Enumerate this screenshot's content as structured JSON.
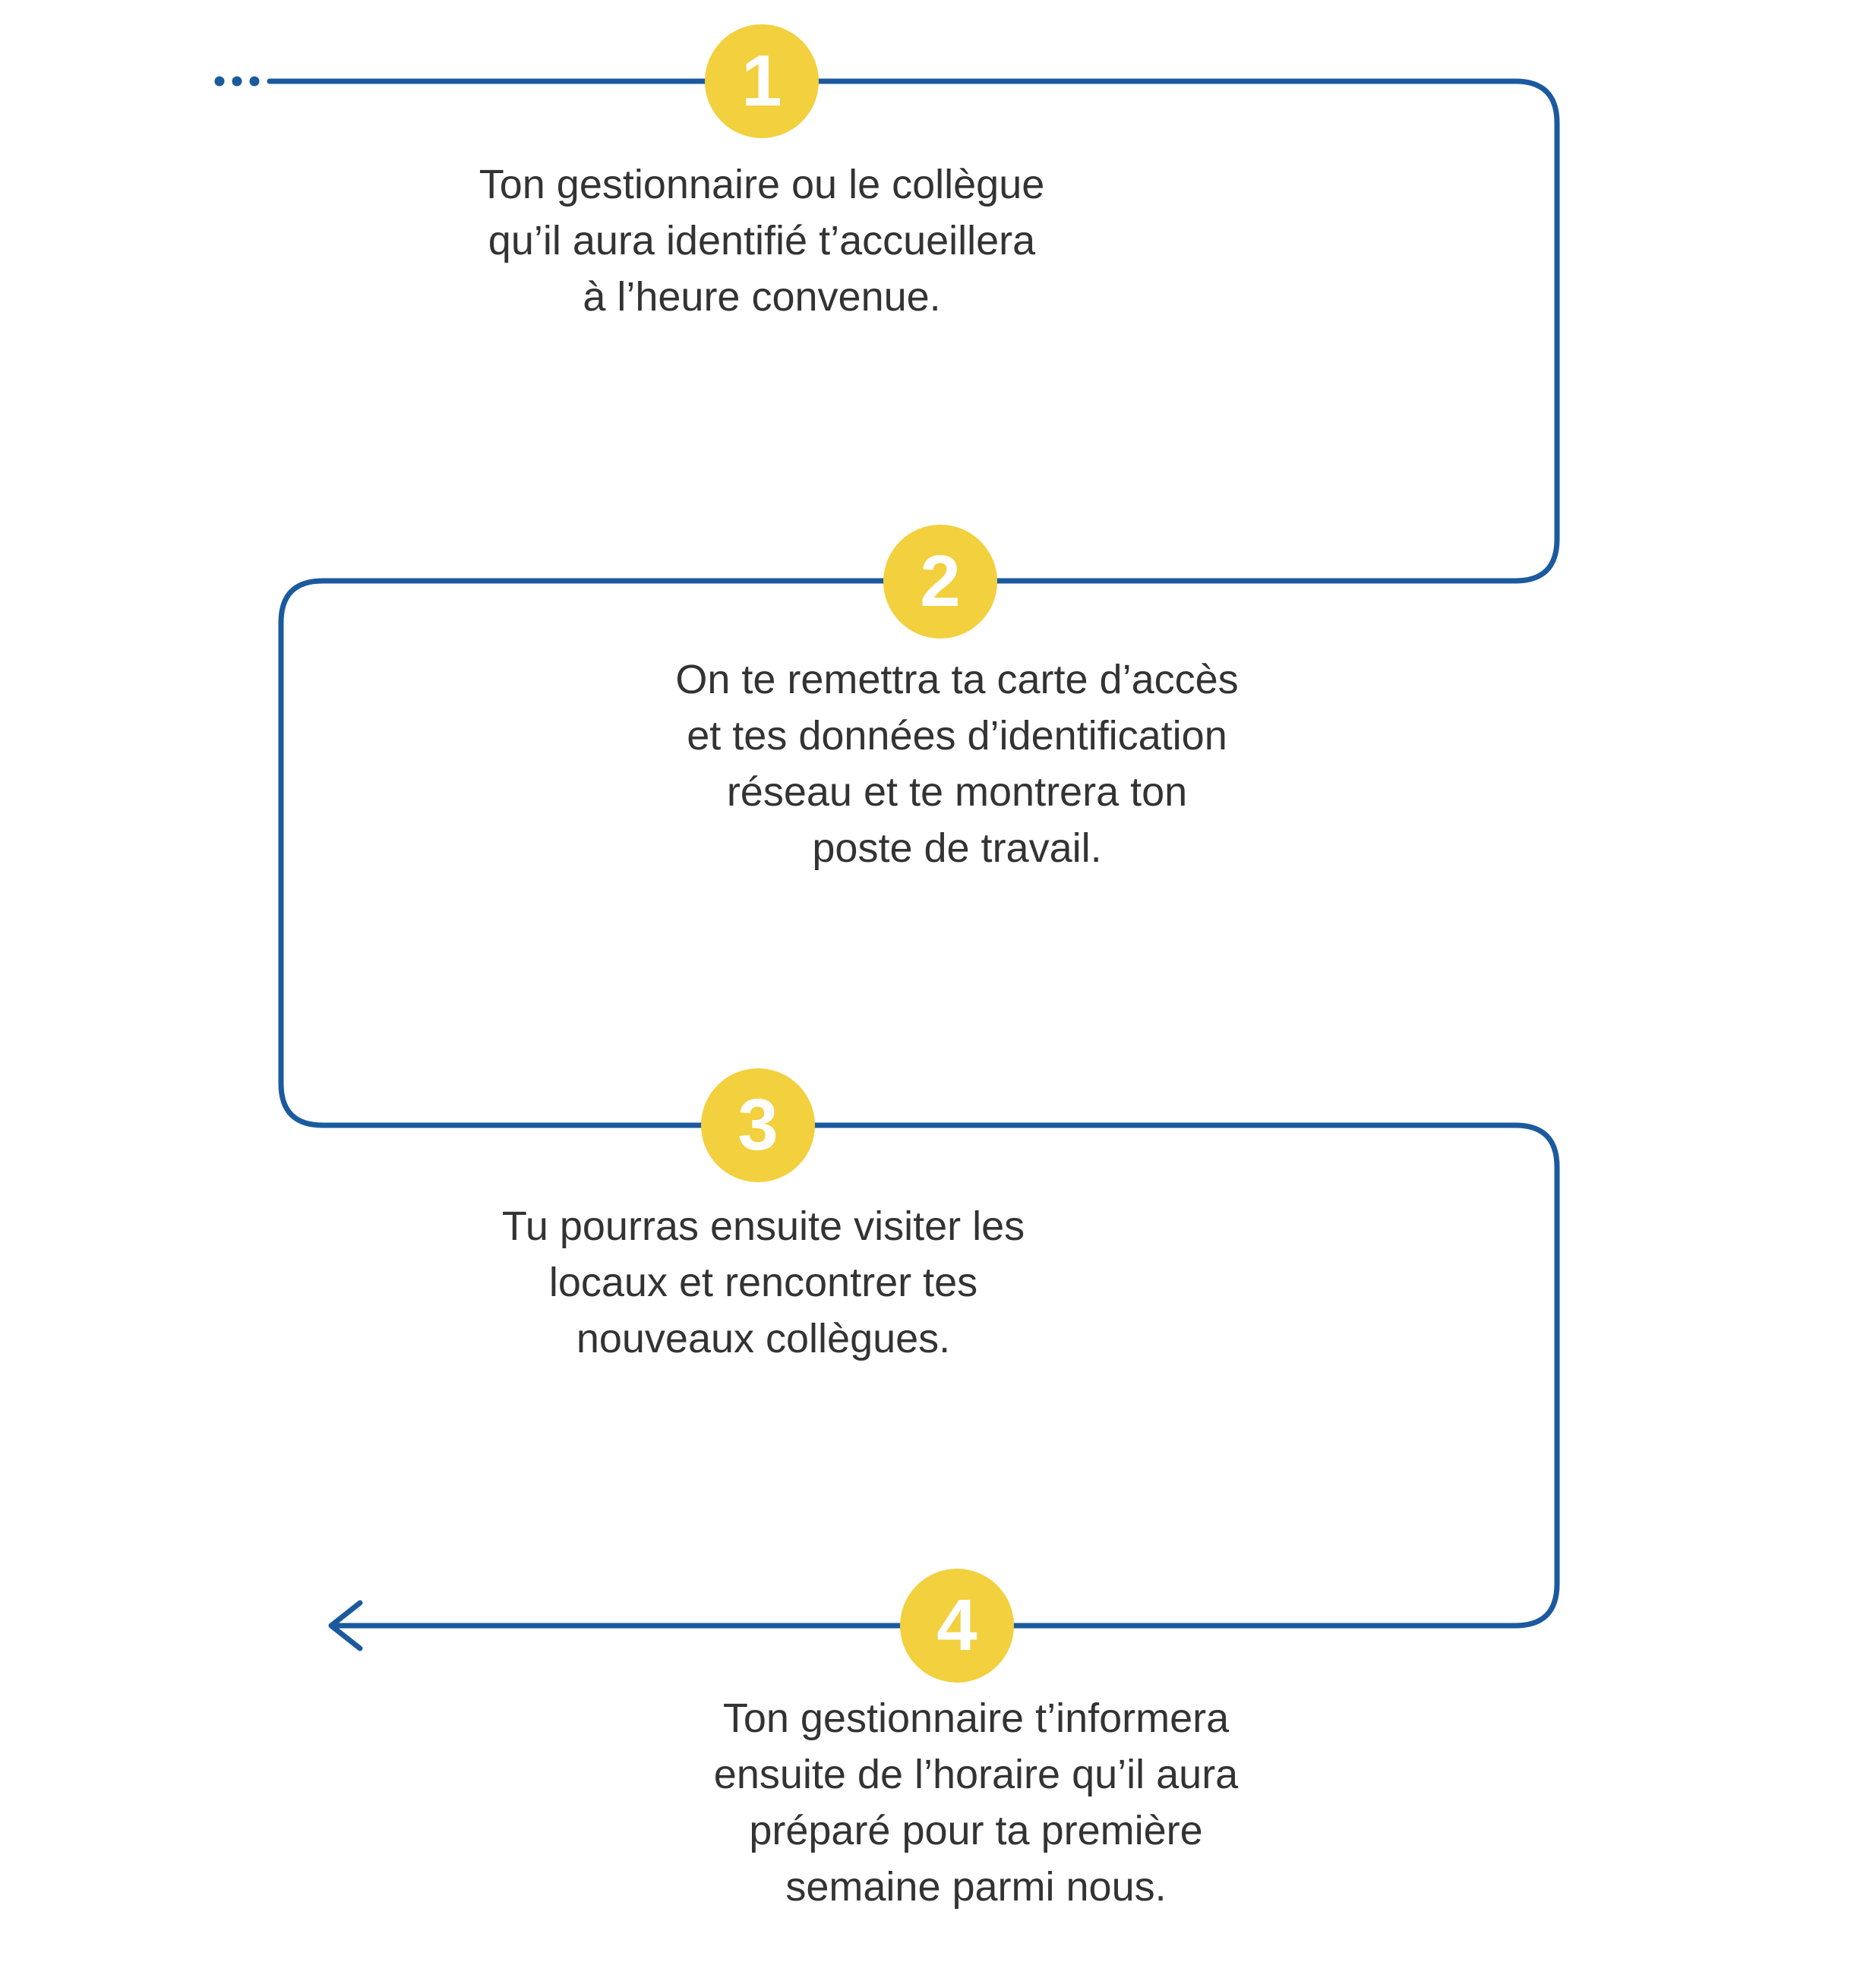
{
  "diagram": {
    "type": "vertical-serpentine-process-flow",
    "language": "fr",
    "colors": {
      "line": "#1b5a9e",
      "circle_fill": "#f2d03e",
      "number_text": "#ffffff",
      "body_text": "#333333",
      "background": "#ffffff"
    },
    "steps": [
      {
        "number": "1",
        "text": "Ton gestionnaire ou le collègue\nqu’il aura identifié t’accueillera\nà l’heure convenue."
      },
      {
        "number": "2",
        "text": "On te remettra ta carte d’accès\net tes données d’identification\nréseau et te montrera ton\nposte de travail."
      },
      {
        "number": "3",
        "text": "Tu pourras ensuite visiter les\nlocaux et rencontrer tes\nnouveaux collègues."
      },
      {
        "number": "4",
        "text": "Ton gestionnaire t’informera\nensuite de l’horaire qu’il aura\npréparé pour ta première\nsemaine parmi nous."
      }
    ]
  }
}
